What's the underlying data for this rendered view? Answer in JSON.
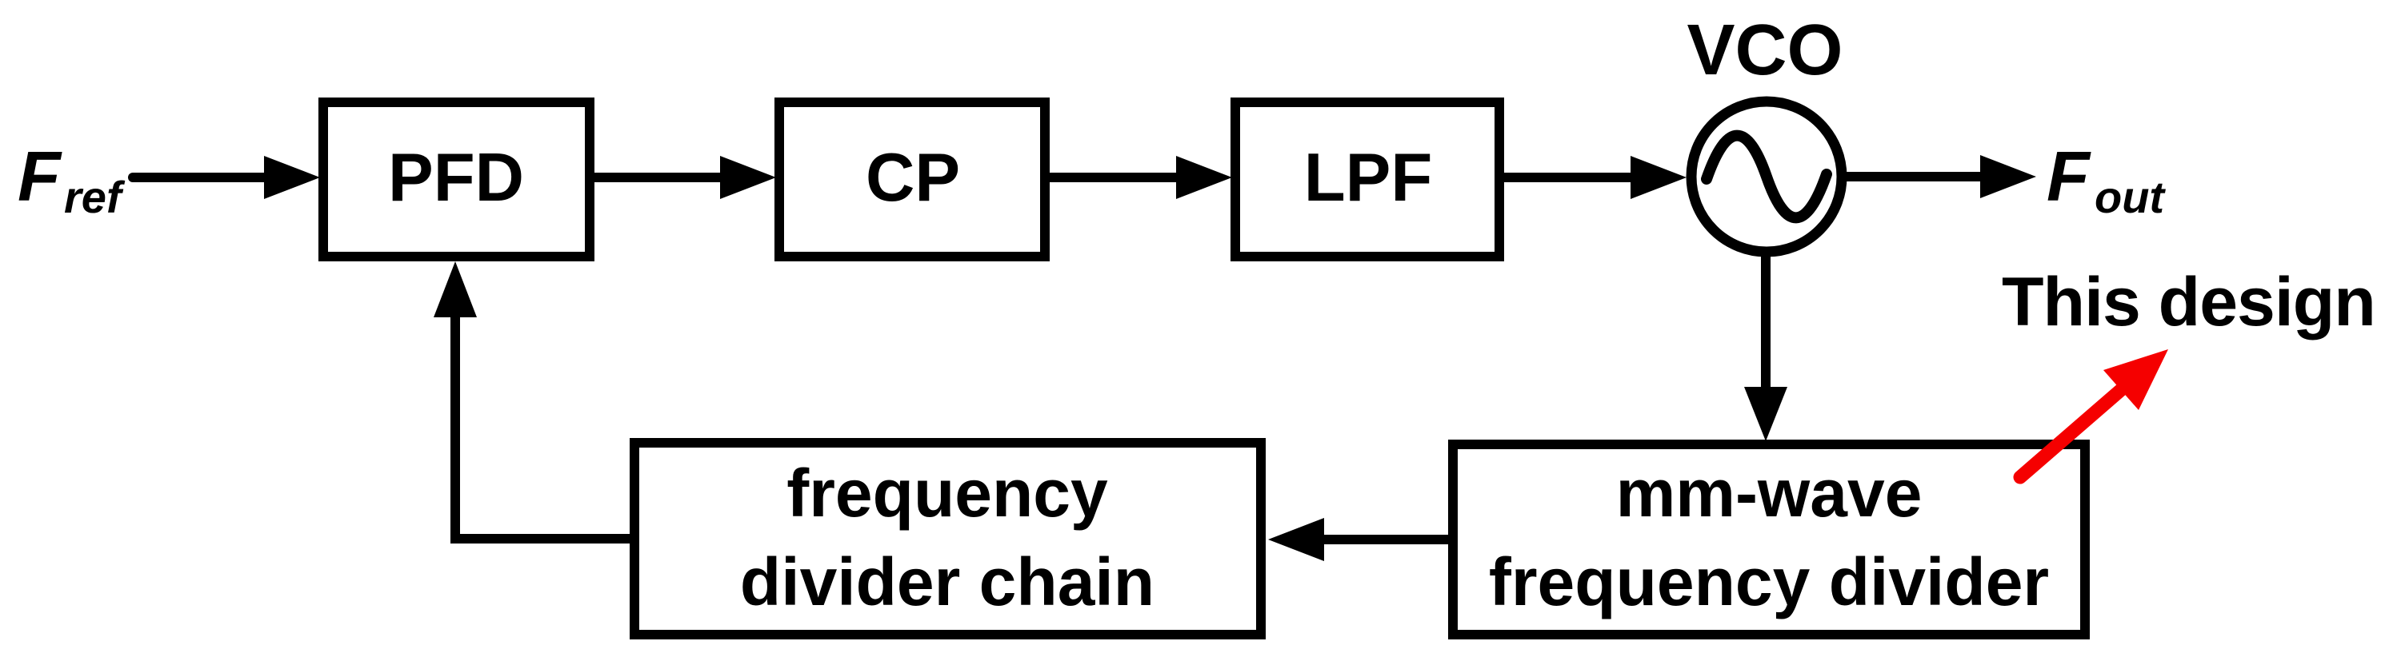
{
  "diagram": {
    "kind": "PLL block diagram",
    "input_label": {
      "main": "F",
      "sub": "ref"
    },
    "output_label": {
      "main": "F",
      "sub": "out"
    },
    "blocks": {
      "pfd": "PFD",
      "cp": "CP",
      "lpf": "LPF",
      "vco": "VCO",
      "divider_chain": {
        "line1": "frequency",
        "line2": "divider chain"
      },
      "mmwave_divider": {
        "line1": "mm-wave",
        "line2": "frequency divider"
      }
    },
    "annotation": {
      "text": "This design",
      "arrow_color": "#f50000"
    },
    "colors": {
      "stroke": "#000000",
      "background": "#ffffff"
    }
  }
}
